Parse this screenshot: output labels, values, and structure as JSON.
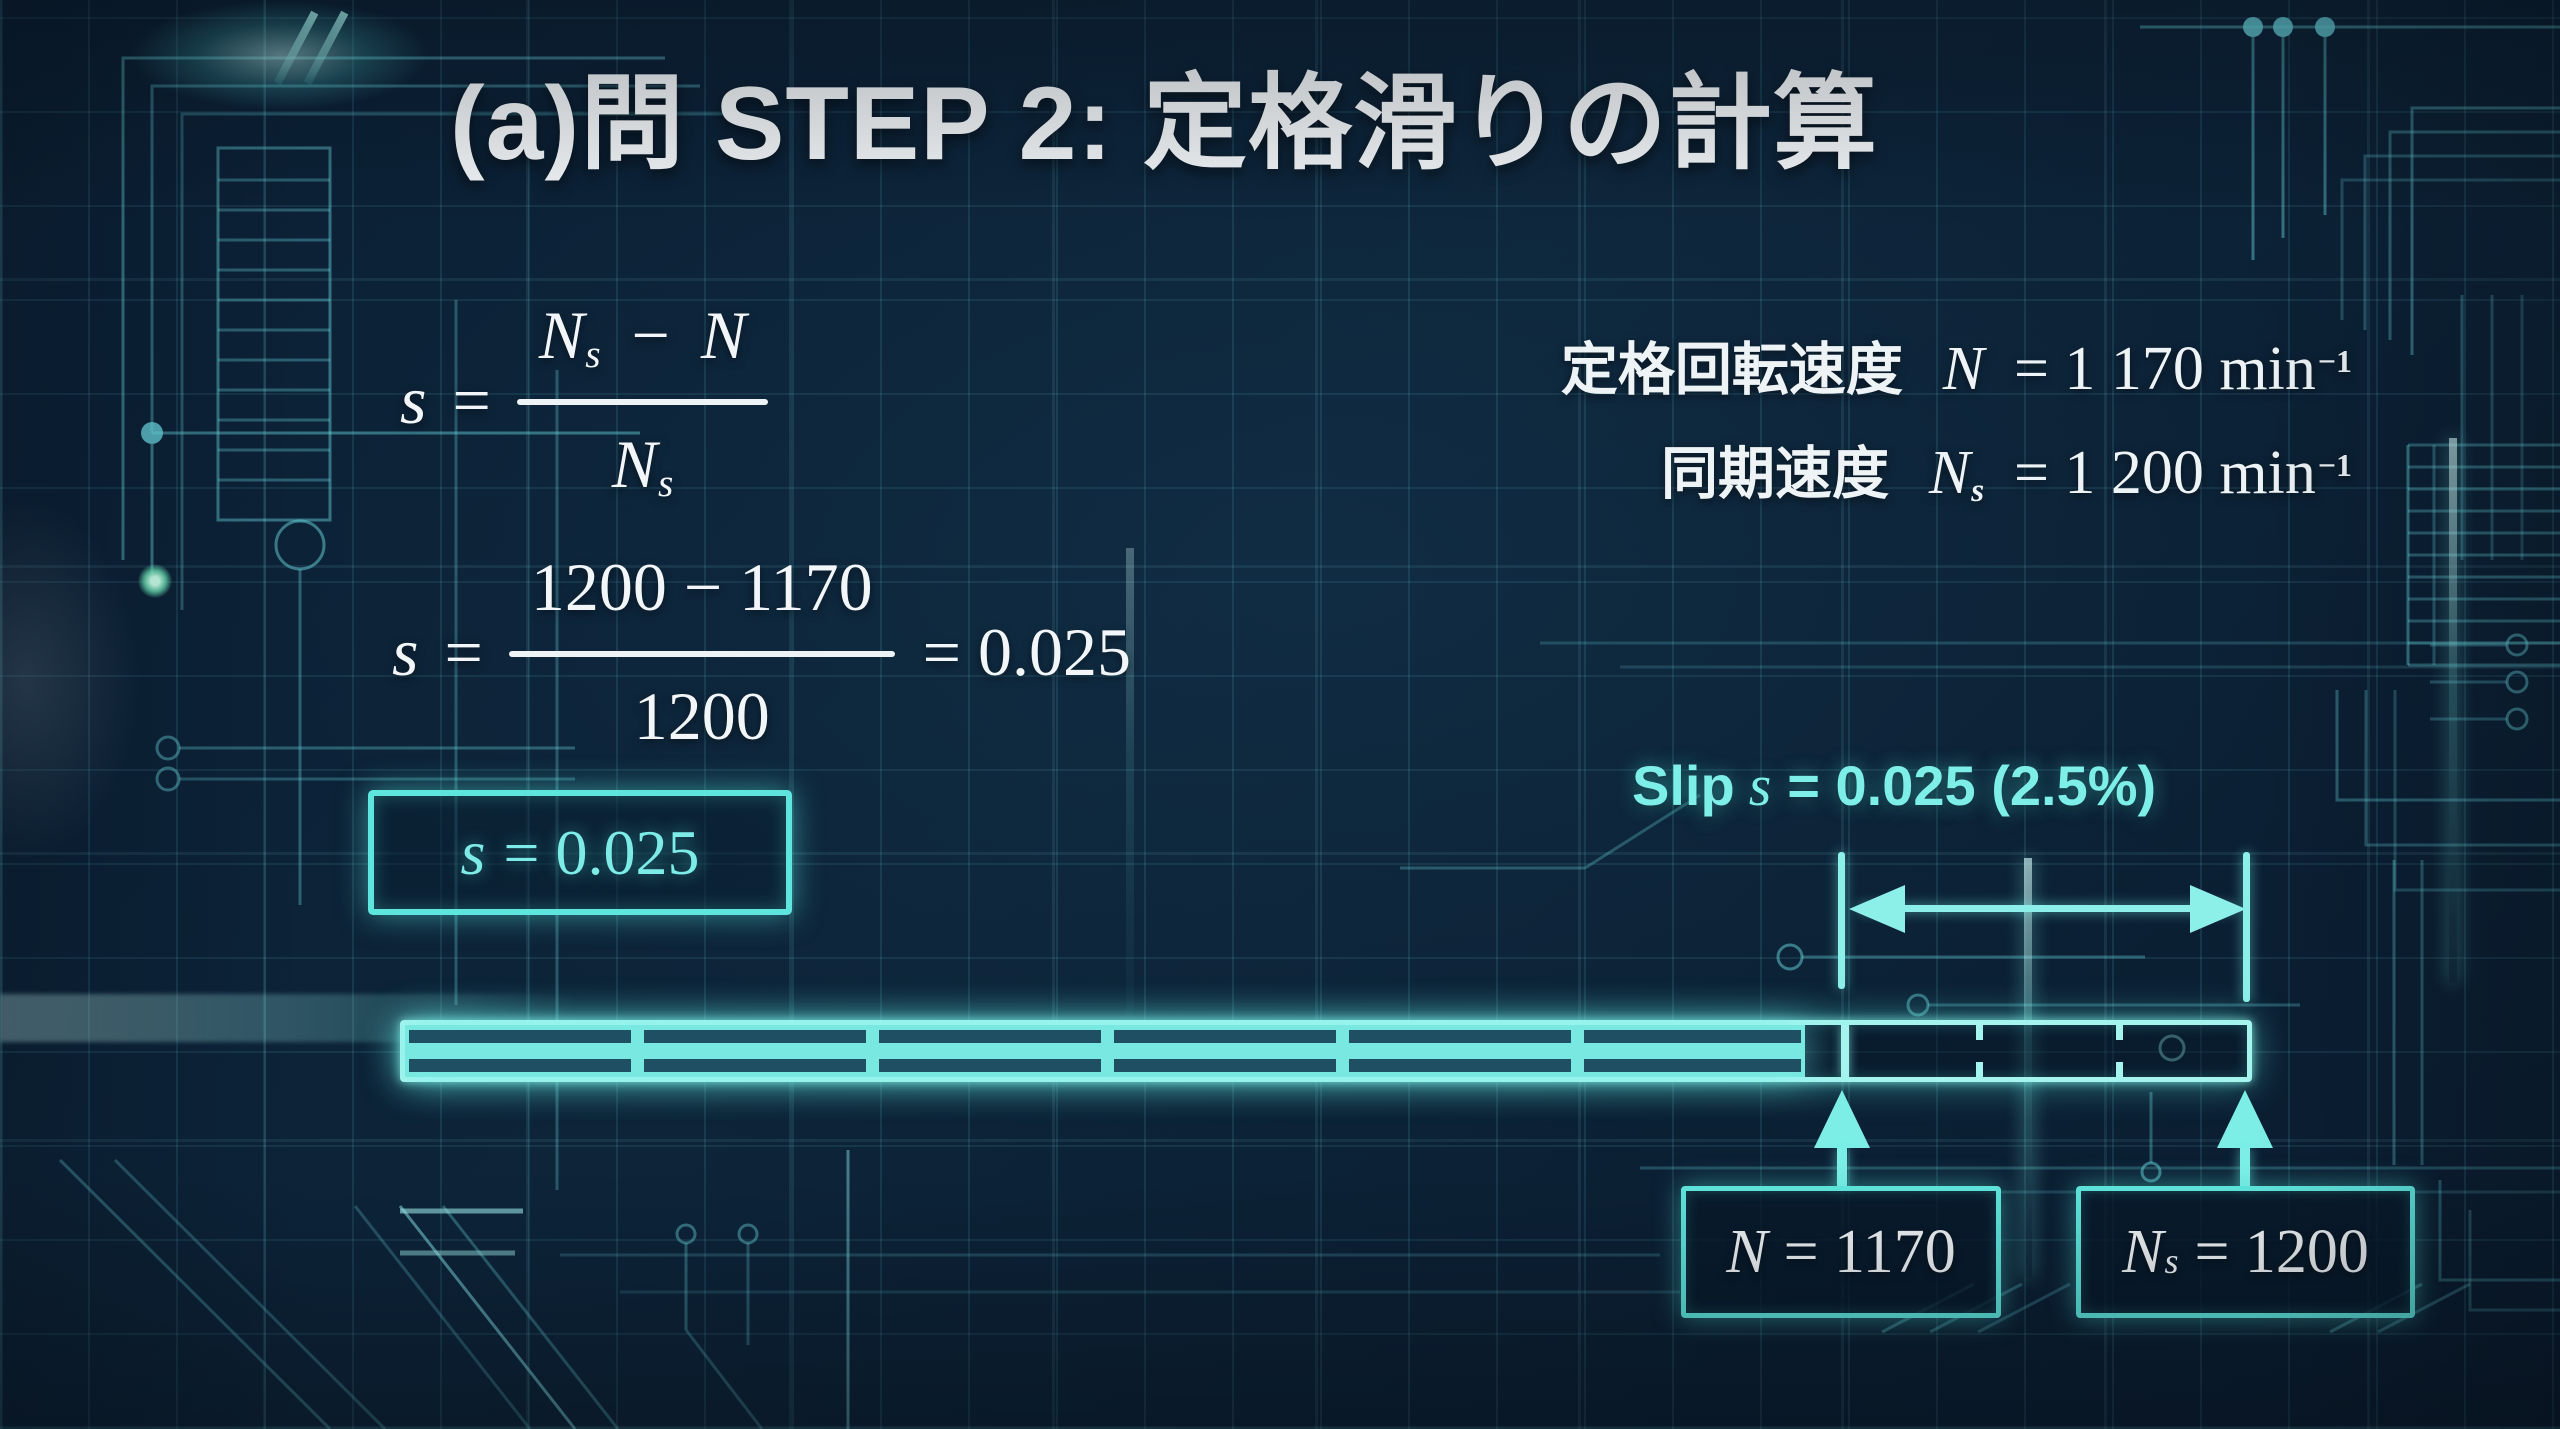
{
  "slide": {
    "title": "(a)問 STEP 2: 定格滑りの計算"
  },
  "formula_general": {
    "lhs_var": "s",
    "equals": "=",
    "num_var1": "N",
    "num_sub1": "s",
    "minus": "−",
    "num_var2": "N",
    "den_var": "N",
    "den_sub": "s"
  },
  "given": {
    "line1": {
      "label": "定格回転速度",
      "var": "N",
      "rest": "= 1 170 min",
      "sup": "−1"
    },
    "line2": {
      "label": "同期速度",
      "var": "N",
      "sub": "s",
      "rest": "= 1 200 min",
      "sup": "−1"
    }
  },
  "formula_numeric": {
    "lhs_var": "s",
    "equals": "=",
    "numerator": "1200 − 1170",
    "denominator": "1200",
    "result": "= 0.025"
  },
  "result_box": {
    "var": "s",
    "rest": "= 0.025"
  },
  "diagram": {
    "slip_label": {
      "prefix": "Slip",
      "var": "s",
      "rest": "= 0.025 (2.5%)"
    },
    "n_box": {
      "var": "N",
      "rest": "= 1170"
    },
    "ns_box": {
      "var": "N",
      "sub": "s",
      "rest": "= 1200"
    }
  },
  "colors": {
    "accent": "#6feae2",
    "bar_fill": "#79e8e0",
    "text": "#f2f6f8",
    "background": "#0b2035"
  }
}
